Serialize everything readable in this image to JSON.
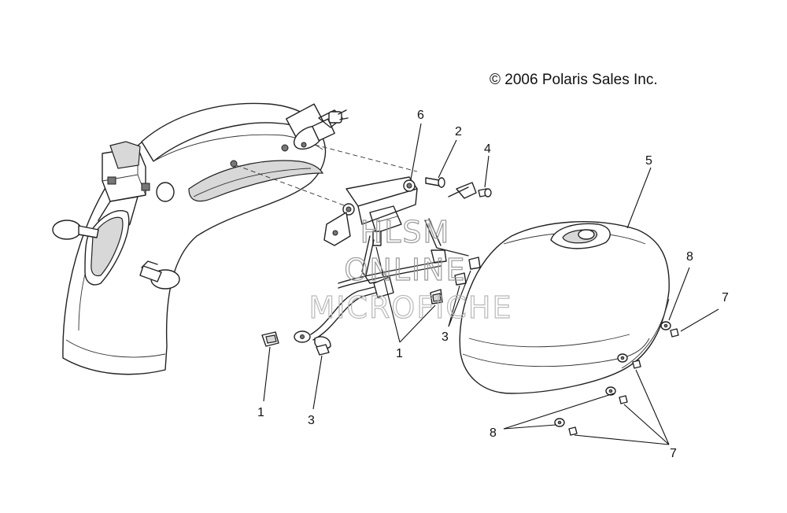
{
  "copyright": "© 2006 Polaris Sales Inc.",
  "watermark": {
    "line1": "HLSM",
    "line2": "ONLINE",
    "line3": "MICROFICHE"
  },
  "callouts": {
    "c1a": "1",
    "c1b": "1",
    "c2": "2",
    "c3a": "3",
    "c3b": "3",
    "c4": "4",
    "c5": "5",
    "c6": "6",
    "c7a": "7",
    "c7b": "7",
    "c8a": "8",
    "c8b": "8"
  }
}
